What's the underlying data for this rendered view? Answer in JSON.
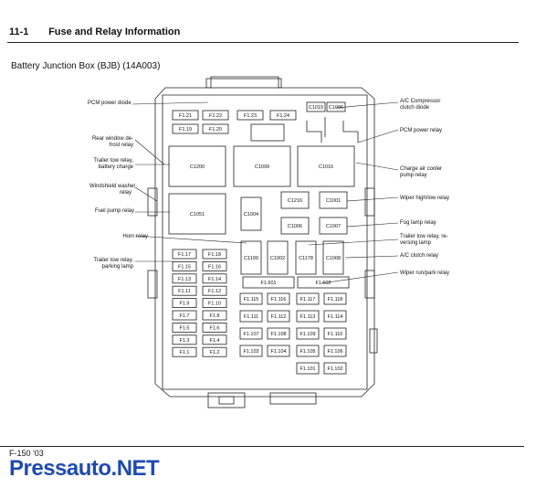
{
  "header": {
    "section_number": "11-1",
    "section_title": "Fuse and Relay Information"
  },
  "subtitle": "Battery Junction Box (BJB) (14A003)",
  "footer": {
    "model": "F-150 '03",
    "watermark": "Pressauto.NET"
  },
  "left_callouts": [
    "PCM power diode",
    "Rear window de-\nfrost relay",
    "Trailer tow relay,\nbattery charge",
    "Windshield washer\nrelay",
    "Fuel pump relay",
    "Horn relay",
    "Trailer tow relay,\nparking lamp"
  ],
  "right_callouts": [
    "A/C Compressor\nclutch diode",
    "PCM power relay",
    "Charge air cooler\npump relay",
    "Wiper high/low relay",
    "Fog lamp relay",
    "Trailer tow relay, re-\nversing lamp",
    "A/C clutch relay",
    "Wiper run/park relay"
  ],
  "top_fuses": [
    "F1.21",
    "F1.22",
    "F1.23",
    "F1.24",
    "F1.19",
    "F1.20"
  ],
  "diodes": [
    "C1015",
    "C1096"
  ],
  "big_relays": [
    "C1200",
    "C1099",
    "C1016",
    "C1051"
  ],
  "mid_relays": [
    "C1004",
    "C1216",
    "C1001",
    "C1006",
    "C1007"
  ],
  "low_relays": [
    "C1199",
    "C1002",
    "C1178",
    "C1008"
  ],
  "maxi_fuses": [
    "F1.601",
    "F1.602"
  ],
  "left_fuses": [
    "F1.17",
    "F1.18",
    "F1.15",
    "F1.16",
    "F1.13",
    "F1.14",
    "F1.11",
    "F1.12",
    "F1.9",
    "F1.10",
    "F1.7",
    "F1.8",
    "F1.5",
    "F1.6",
    "F1.3",
    "F1.4",
    "F1.1",
    "F1.2"
  ],
  "center_fuses": [
    "F1.115",
    "F1.116",
    "F1.111",
    "F1.112",
    "F1.107",
    "F1.108",
    "F1.103",
    "F1.104"
  ],
  "right_fuses": [
    "F1.117",
    "F1.118",
    "F1.113",
    "F1.114",
    "F1.109",
    "F1.110",
    "F1.105",
    "F1.106",
    "F1.101",
    "F1.102"
  ]
}
